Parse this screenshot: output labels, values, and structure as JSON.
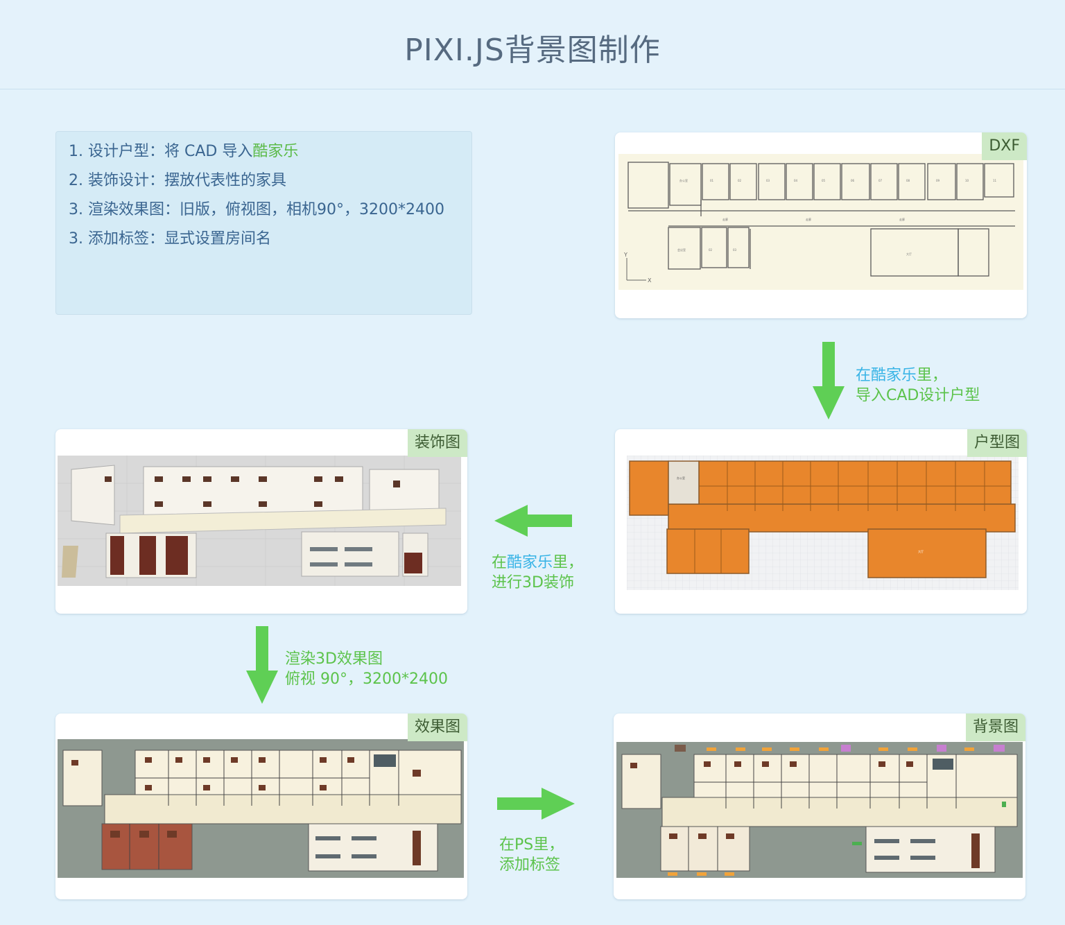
{
  "page": {
    "title": "PIXI.JS背景图制作"
  },
  "steps": [
    {
      "text": "1. 设计户型：将 CAD 导入",
      "highlight": "酷家乐"
    },
    {
      "text": "2. 装饰设计：摆放代表性的家具",
      "highlight": ""
    },
    {
      "text": "3. 渲染效果图：旧版，俯视图，相机90°，3200*2400",
      "highlight": ""
    },
    {
      "text": "3. 添加标签：显式设置房间名",
      "highlight": ""
    }
  ],
  "cards": {
    "dxf": {
      "tag": "DXF"
    },
    "floorplan": {
      "tag": "户型图"
    },
    "decor": {
      "tag": "装饰图"
    },
    "render": {
      "tag": "效果图"
    },
    "background": {
      "tag": "背景图"
    }
  },
  "captions": {
    "import": {
      "line1_blue": "在酷家乐",
      "line1_green": "里，",
      "line2": "导入CAD设计户型"
    },
    "decorate": {
      "line1_pre": "在",
      "line1_blue": "酷家乐",
      "line1_post": "里，",
      "line2": "进行3D装饰"
    },
    "render": {
      "line1": "渲染3D效果图",
      "line2": "俯视 90°，3200*2400"
    },
    "ps": {
      "line1": "在PS里，",
      "line2": "添加标签"
    }
  },
  "colors": {
    "background": "#e3f2fb",
    "title": "#566a80",
    "step_text": "#3a6590",
    "accent_green": "#5dbb4a",
    "accent_blue": "#39b4e6",
    "tag_bg": "#cde9c6",
    "arrow": "#5fcf55"
  }
}
